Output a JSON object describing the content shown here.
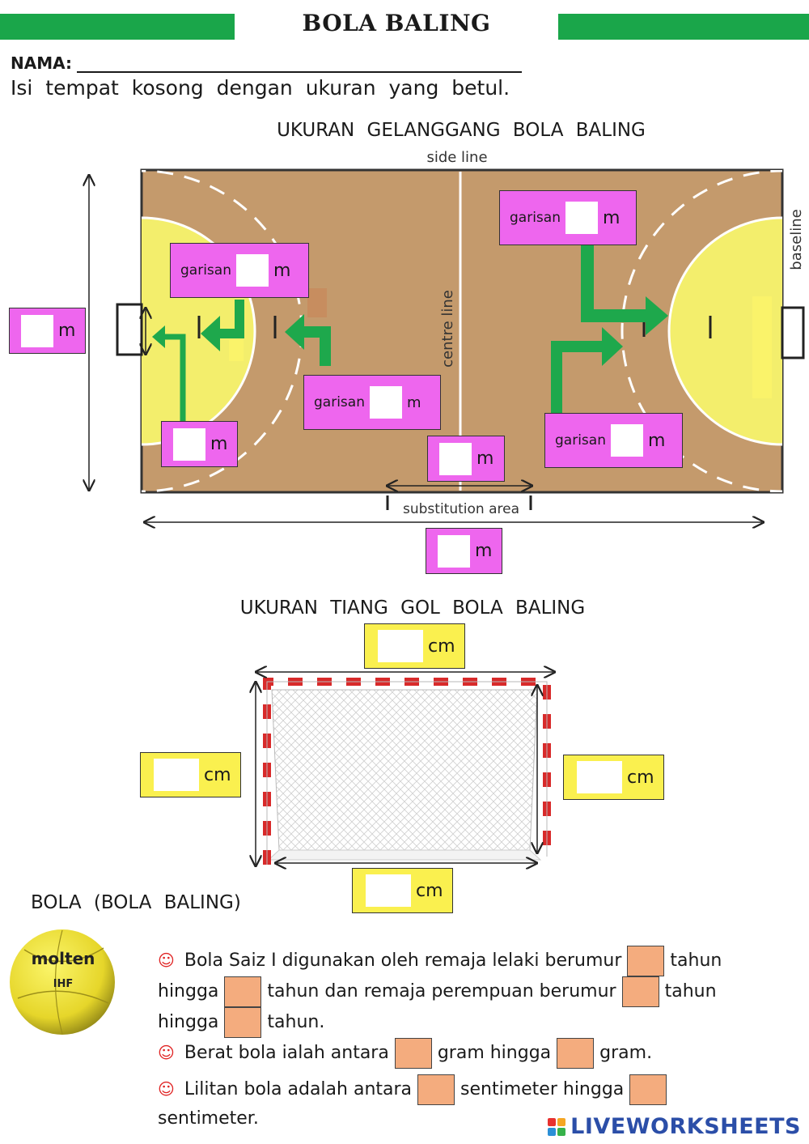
{
  "header": {
    "title": "BOLA BALING"
  },
  "form": {
    "name_label": "NAMA:"
  },
  "instruction": "Isi tempat kosong dengan ukuran yang betul.",
  "court": {
    "title": "UKURAN GELANGGANG BOLA BALING",
    "side_line": "side line",
    "baseline": "baseline",
    "centre_line": "centre line",
    "substitution_area": "substitution area",
    "garisan": "garisan",
    "unit": "m"
  },
  "goal": {
    "title": "UKURAN TIANG GOL BOLA BALING",
    "unit": "cm"
  },
  "ball": {
    "title": "BOLA (BOLA BALING)",
    "brand": "molten",
    "badge": "IHF",
    "q1": {
      "a": "Bola Saiz I digunakan oleh remaja lelaki berumur",
      "b": "tahun",
      "c": "hingga",
      "d": "tahun dan remaja perempuan berumur",
      "e": "tahun",
      "f": "hingga",
      "g": "tahun."
    },
    "q2": {
      "a": "Berat bola ialah antara",
      "b": "gram hingga",
      "c": "gram."
    },
    "q3": {
      "a": "Lilitan bola adalah antara",
      "b": "sentimeter hingga",
      "c": "sentimeter."
    }
  },
  "watermark": {
    "text": "LIVEWORKSHEETS"
  },
  "colors": {
    "accent_green": "#1aa64a",
    "court_brown": "#c49a6c",
    "zone_yellow": "#f3ee6c",
    "field_pink": "#ee66ee",
    "field_yellow": "#faf04f",
    "answer_orange": "#f4ac7e"
  }
}
